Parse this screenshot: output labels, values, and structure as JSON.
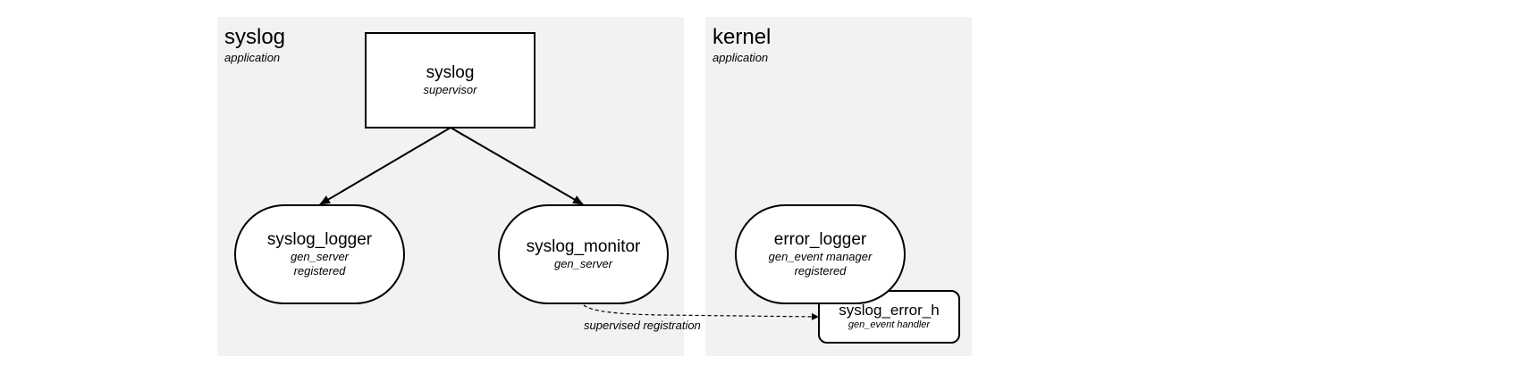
{
  "panels": {
    "syslog": {
      "title": "syslog",
      "subtitle": "application"
    },
    "kernel": {
      "title": "kernel",
      "subtitle": "application"
    }
  },
  "nodes": {
    "syslog_supervisor": {
      "name": "syslog",
      "lines": [
        "supervisor"
      ]
    },
    "syslog_logger": {
      "name": "syslog_logger",
      "lines": [
        "gen_server",
        "registered"
      ]
    },
    "syslog_monitor": {
      "name": "syslog_monitor",
      "lines": [
        "gen_server"
      ]
    },
    "error_logger": {
      "name": "error_logger",
      "lines": [
        "gen_event manager",
        "registered"
      ]
    },
    "syslog_error_h": {
      "name": "syslog_error_h",
      "lines": [
        "gen_event handler"
      ]
    }
  },
  "edges": {
    "supervised_registration_label": "supervised registration"
  },
  "colors": {
    "panel_background": "#f2f2f2",
    "node_border": "#000000",
    "node_fill": "#ffffff"
  }
}
